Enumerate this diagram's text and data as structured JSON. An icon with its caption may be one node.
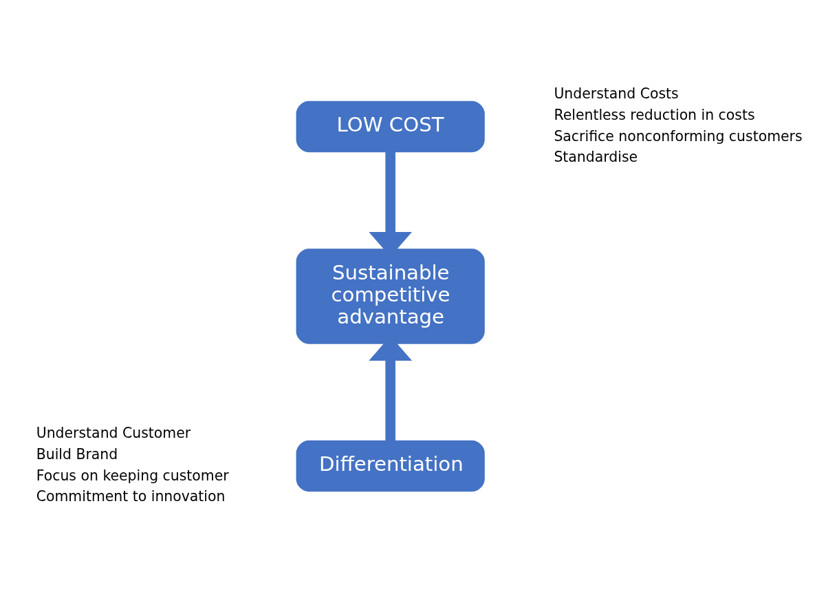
{
  "diagram": {
    "nodes": [
      {
        "text": [
          "LOW COST"
        ],
        "beside": [
          "Understand Costs",
          "Relentless reduction in costs",
          "Sacrifice nonconforming customers",
          "Standardise"
        ]
      },
      {
        "text": [
          "Sustainable competitive advantage"
        ]
      },
      {
        "text": [
          "Differentiation"
        ],
        "beside": [
          "Understand Customer",
          "Build Brand",
          "Focus on keeping customer",
          "Commitment to innovation"
        ]
      }
    ],
    "edges": [
      {
        "from": 0,
        "to": 1,
        "arrow": "to"
      },
      {
        "from": 2,
        "to": 1,
        "arrow": "to"
      }
    ]
  }
}
